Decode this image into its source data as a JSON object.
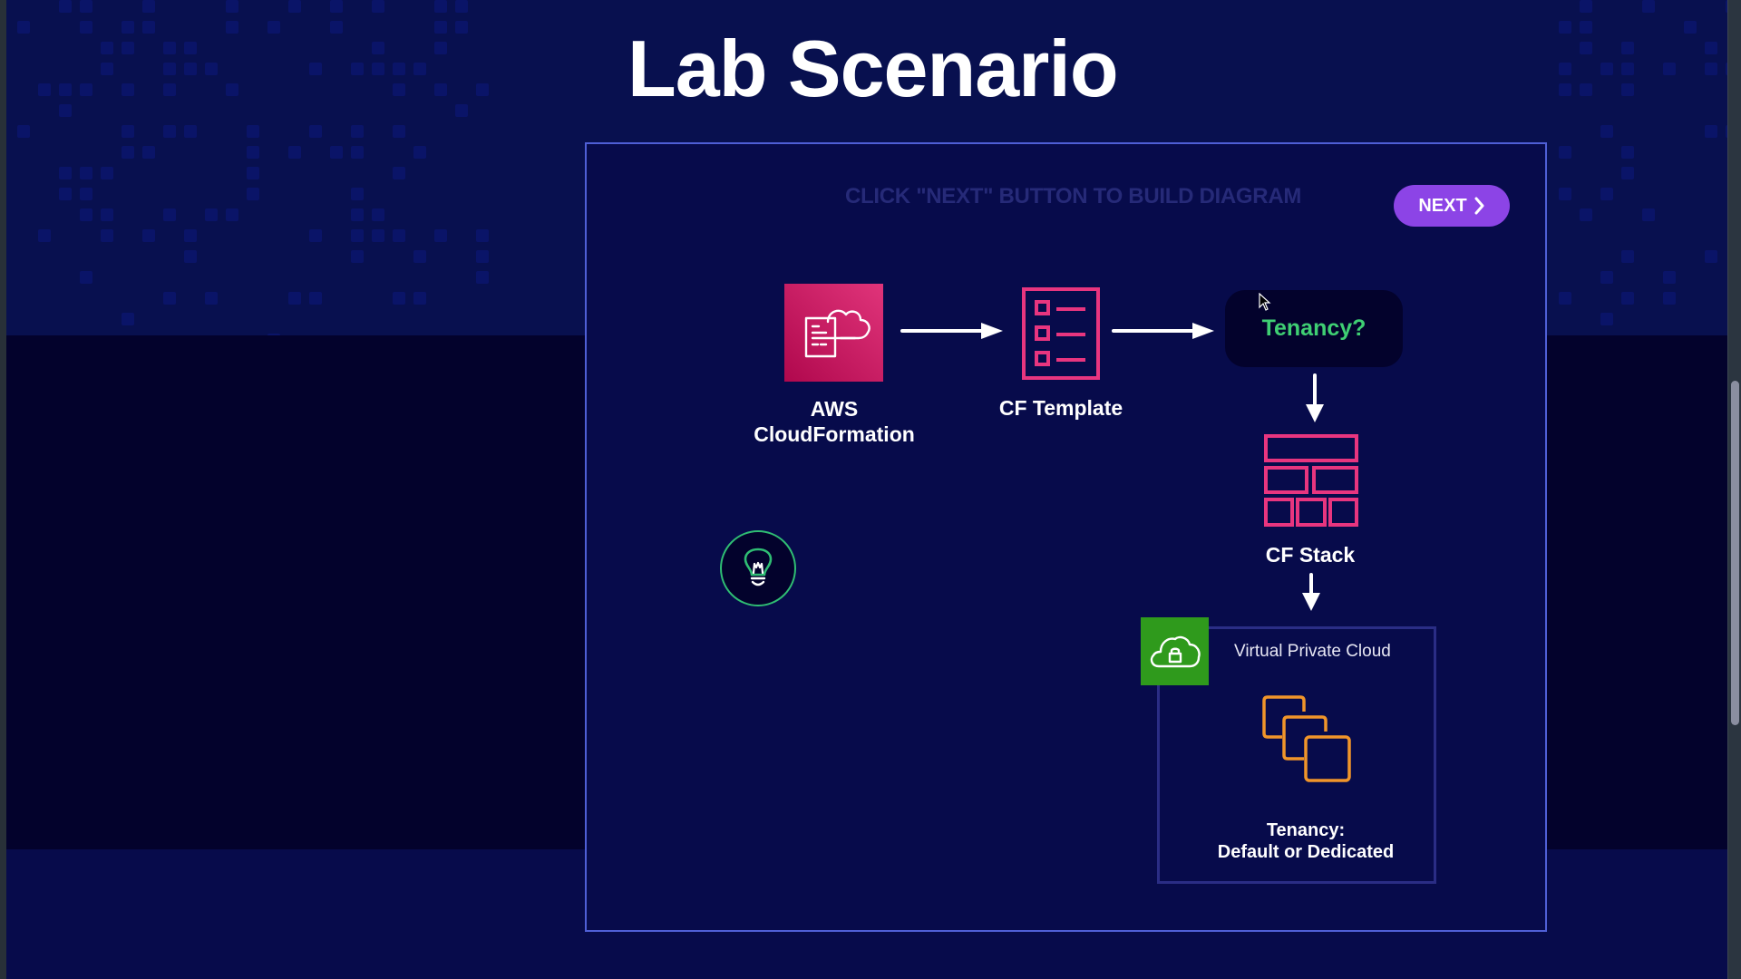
{
  "page": {
    "title": "Lab Scenario"
  },
  "diagram": {
    "instruction": "CLICK \"NEXT\" BUTTON TO BUILD DIAGRAM",
    "next_button": {
      "label": "NEXT",
      "icon": "chevron-right-icon"
    },
    "nodes": {
      "cloudformation": {
        "line1": "AWS",
        "line2": "CloudFormation",
        "icon": "cloudformation-icon"
      },
      "template": {
        "label": "CF Template",
        "icon": "template-icon"
      },
      "tenancy_question": {
        "label": "Tenancy?"
      },
      "stack": {
        "label": "CF Stack",
        "icon": "stack-icon"
      },
      "vpc": {
        "label": "Virtual Private Cloud",
        "icon": "vpc-lock-cloud-icon",
        "instances_icon": "instances-icon",
        "tenancy_line1": "Tenancy:",
        "tenancy_line2": "Default or Dedicated"
      }
    },
    "hint": {
      "icon": "lightbulb-icon"
    }
  },
  "colors": {
    "background": "#070b4b",
    "dark_band": "#03022c",
    "card_border": "#4f5fd6",
    "next_button": "#8c44e6",
    "pink": "#e8357f",
    "green_text": "#3fcf73",
    "vpc_green": "#2f9a1c",
    "orange": "#f0952a"
  }
}
